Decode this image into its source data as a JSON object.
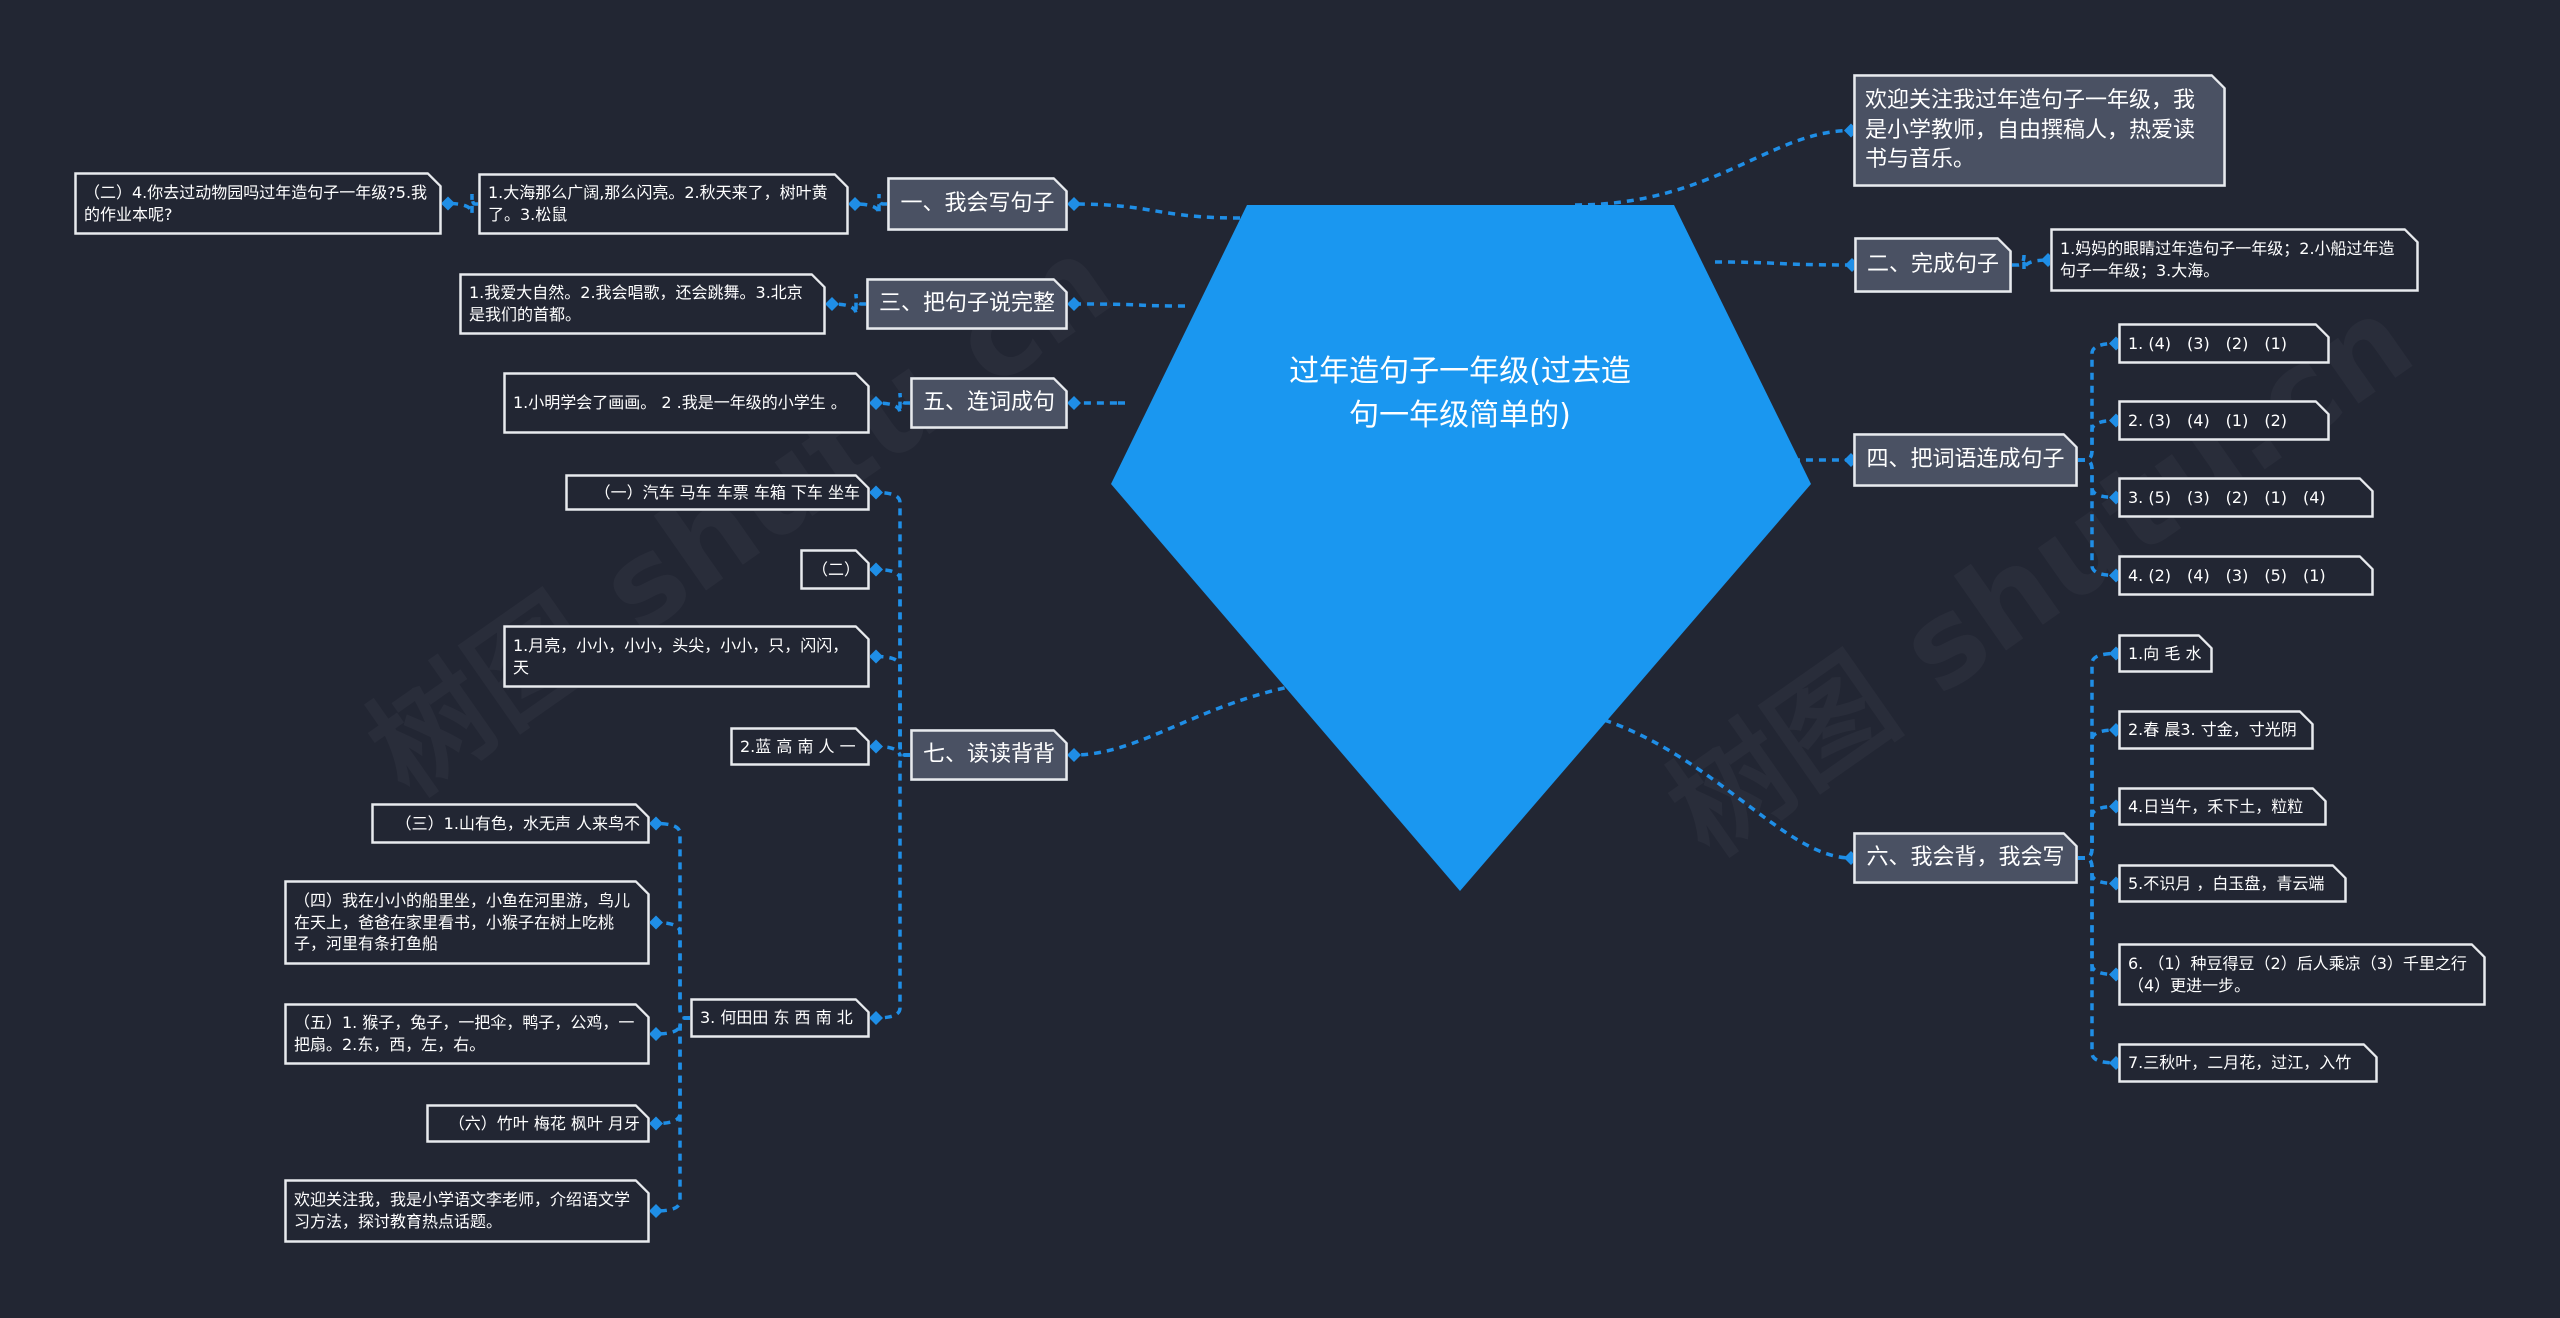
{
  "colors": {
    "background": "#222633",
    "center": "#1a97f0",
    "branch_fill": "#4a5163",
    "link": "#1f8ee6",
    "text": "#ffffff"
  },
  "center": {
    "title": "过年造句子一年级(过去造句一年级简单的)",
    "line1": "过年造句子一年级(过去造",
    "line2": "句一年级简单的)"
  },
  "watermark": "树图 shutu.cn",
  "right": {
    "about": "欢迎关注我过年造句子一年级，我是小学教师，自由撰稿人，热爱读书与音乐。",
    "b2": {
      "label": "二、完成句子",
      "leaf": "1.妈妈的眼睛过年造句子一年级；2.小船过年造句子一年级；3.大海。"
    },
    "b4": {
      "label": "四、把词语连成句子",
      "leaves": [
        "1. (4)　(3)　(2)　(1)",
        "2. (3)　(4)　(1)　(2)",
        "3. (5)　(3)　(2)　(1)　(4)",
        "4. (2)　(4)　(3)　(5)　(1)"
      ]
    },
    "b6": {
      "label": "六、我会背，我会写",
      "leaves": [
        "1.向 毛 水",
        "2.春 晨3. 寸金，寸光阴",
        "4.日当午，禾下土，粒粒",
        "5.不识月 ，白玉盘，青云端",
        "6. （1）种豆得豆（2）后人乘凉（3）千里之行（4）更进一步。",
        "7.三秋叶，二月花，过江，入竹"
      ]
    }
  },
  "left": {
    "b1": {
      "label": "一、我会写句子",
      "leaf": "1.大海那么广阔,那么闪亮。2.秋天来了，树叶黄了。3.松鼠",
      "subleaf": "（二）4.你去过动物园吗过年造句子一年级?5.我的作业本呢?"
    },
    "b3": {
      "label": "三、把句子说完整",
      "leaf": "1.我爱大自然。2.我会唱歌，还会跳舞。3.北京是我们的首都。"
    },
    "b5": {
      "label": "五、连词成句",
      "leaf": "1.小明学会了画画。 2 .我是一年级的小学生 。"
    },
    "b7": {
      "label": "七、读读背背",
      "leaves": [
        "（一）汽车 马车 车票 车箱 下车 坐车",
        "（二）",
        "1.月亮，小小，小小，头尖，小小，只，闪闪，天",
        "2.蓝 高 南 人 一",
        "3. 何田田 东 西 南 北"
      ],
      "subleaves": [
        "（三）1.山有色，水无声 人来鸟不",
        "（四）我在小小的船里坐，小鱼在河里游，鸟儿在天上，爸爸在家里看书，小猴子在树上吃桃子，河里有条打鱼船",
        "（五）1. 猴子，兔子，一把伞，鸭子，公鸡，一把扇。2.东，西，左，右。",
        "（六）竹叶 梅花 枫叶 月牙",
        "欢迎关注我，我是小学语文李老师，介绍语文学习方法，探讨教育热点话题。"
      ]
    }
  }
}
